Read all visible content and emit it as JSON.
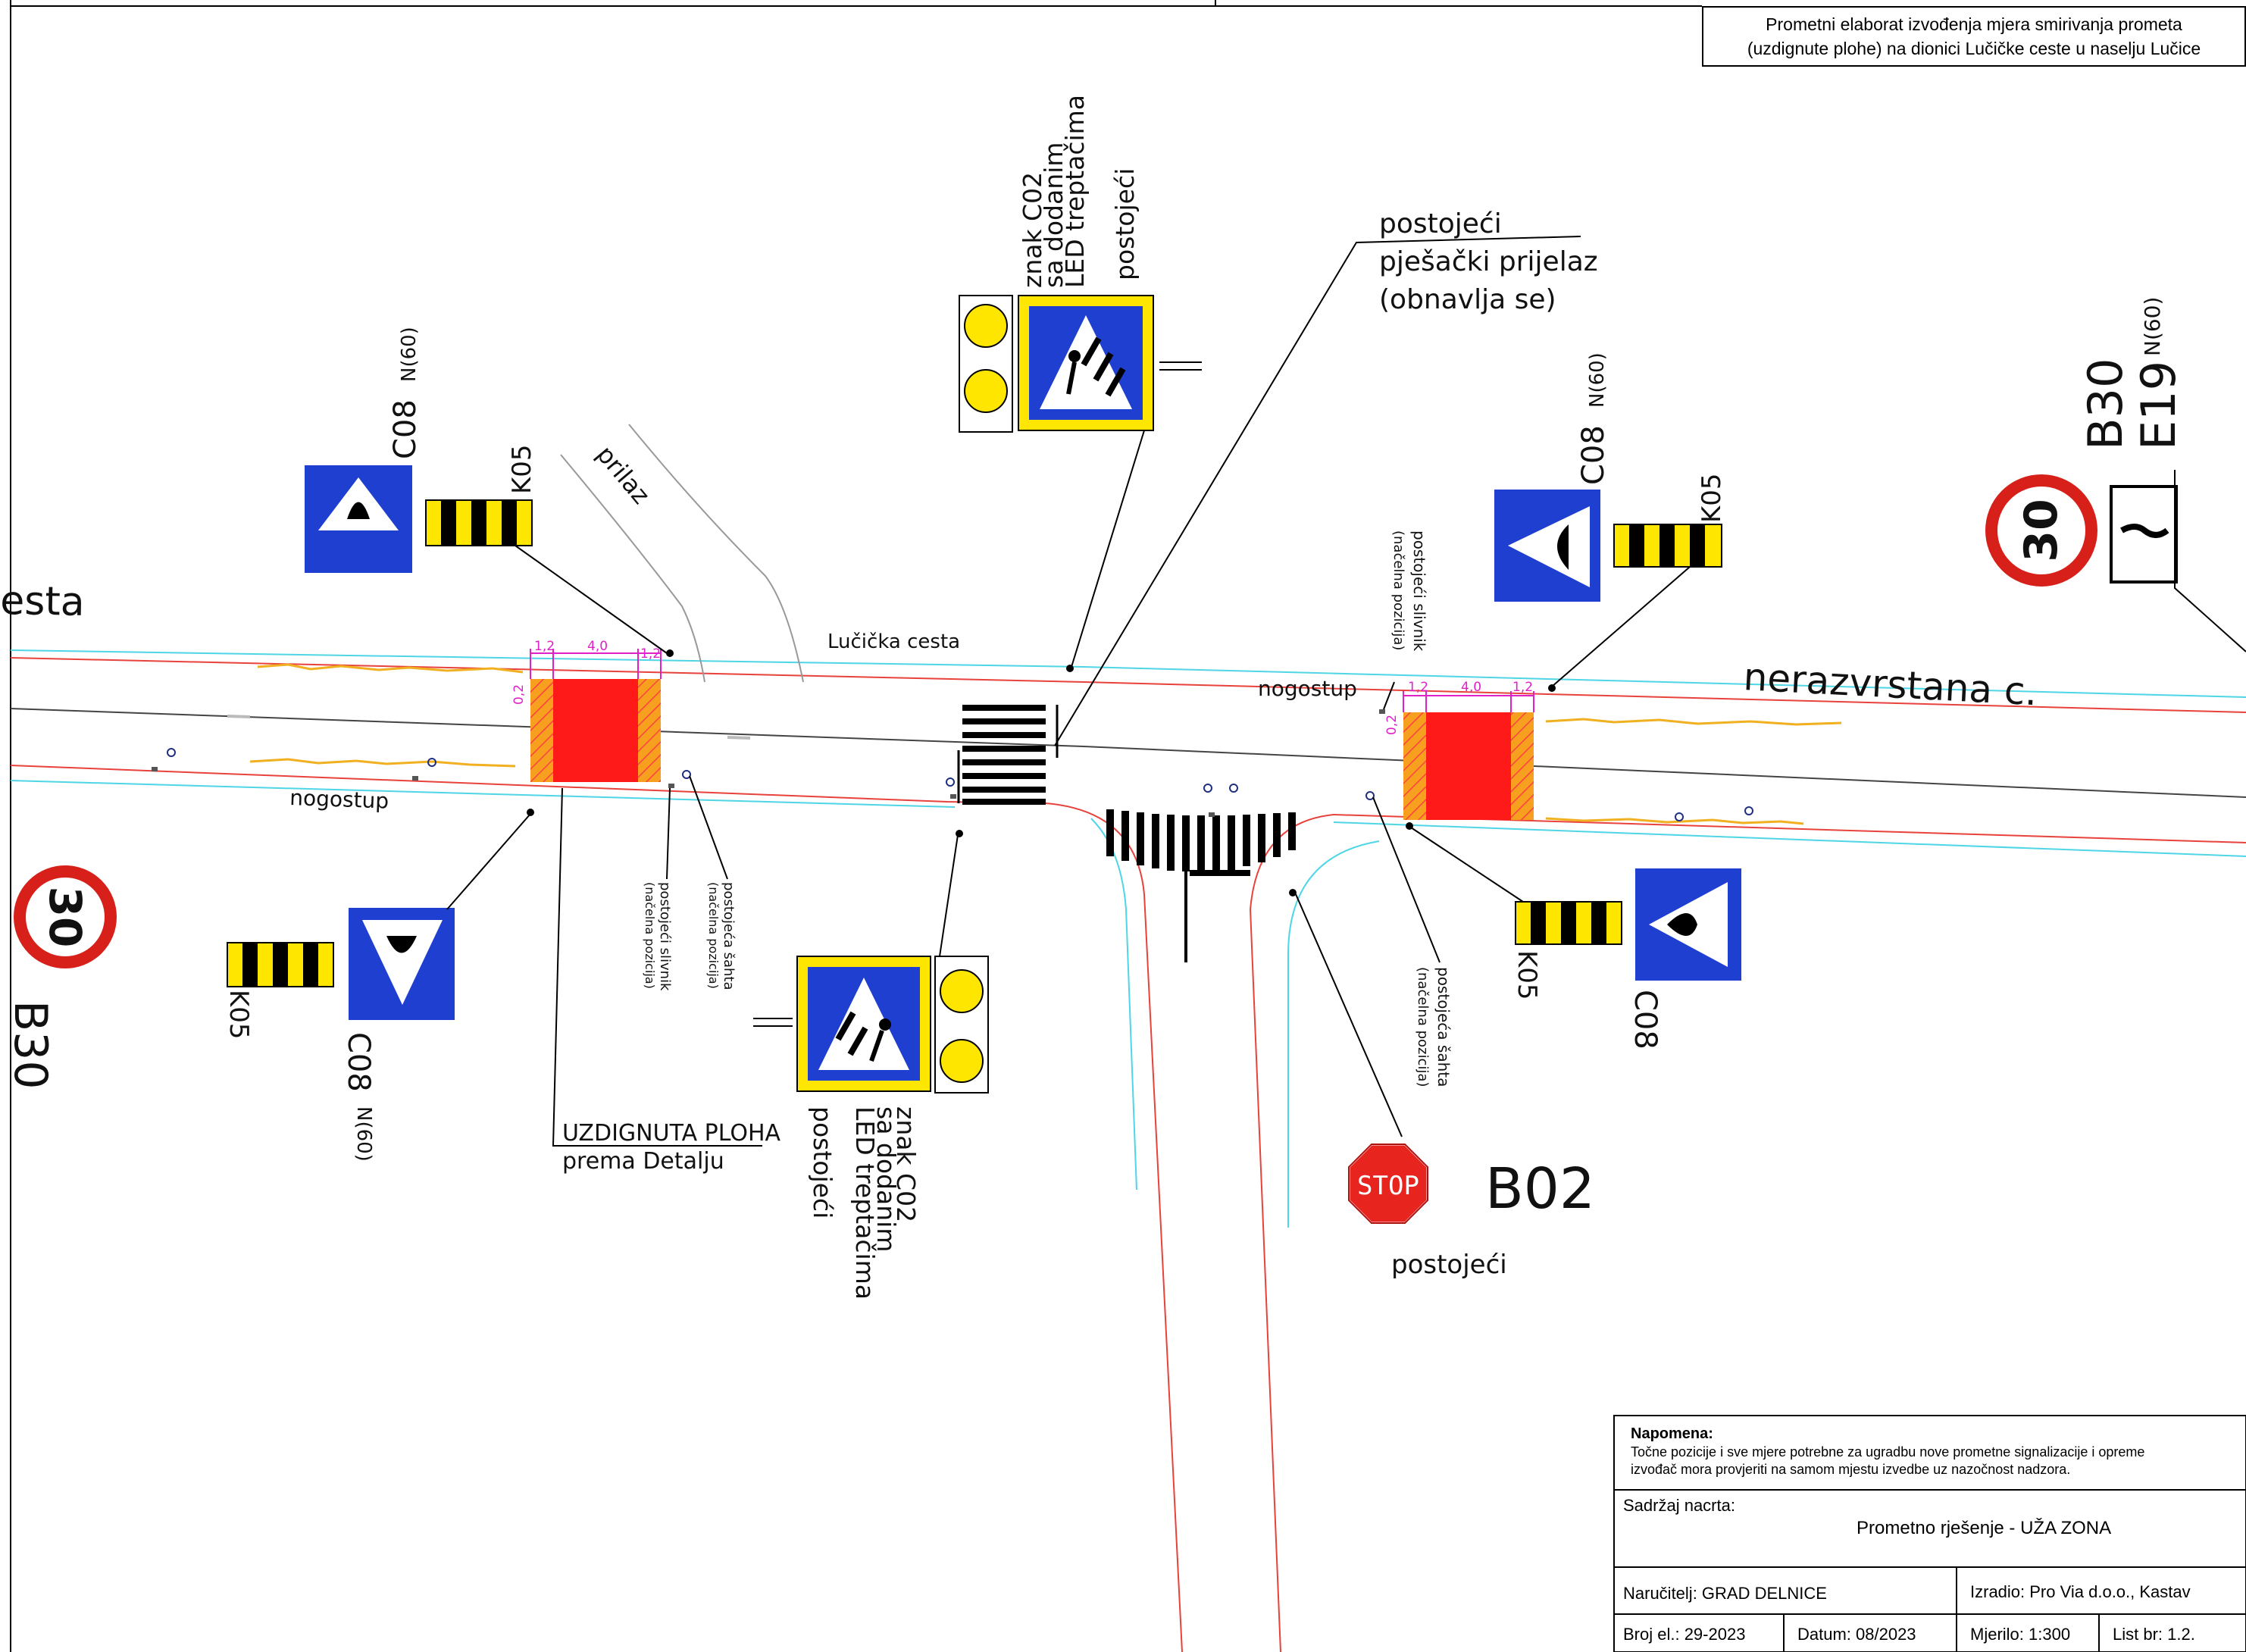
{
  "header": {
    "line1": "Prometni elaborat izvođenja mjera smirivanja prometa",
    "line2": "(uzdignute plohe) na dionici Lučičke ceste u naselju Lučice"
  },
  "labels": {
    "road_left": "esta",
    "road_main": "Lučička cesta",
    "road_right": "nerazvrstana c.",
    "prilaz": "prilaz",
    "nogostup_left": "nogostup",
    "nogostup_right": "nogostup",
    "crossing_1": "postojeći",
    "crossing_2": "pješački prijelaz",
    "crossing_3": "(obnavlja se)",
    "uzdignuta_1": "UZDIGNUTA PLOHA",
    "uzdignuta_2": "prema Detalju",
    "stop_code": "B02",
    "stop_text": "STOP",
    "stop_note": "postojeći",
    "b30_right": "B30",
    "b30_right_sub": "N(60)",
    "e19": "E19",
    "b30_left": "B30",
    "speed": "30"
  },
  "signs": {
    "c08_tl": "C08",
    "c08_tl_sub": "N(60)",
    "k05_tl": "K05",
    "c08_tr": "C08",
    "c08_tr_sub": "N(60)",
    "k05_tr": "K05",
    "c08_bl": "C08",
    "c08_bl_sub": "N(60)",
    "k05_bl": "K05",
    "c08_br": "C08",
    "k05_br": "K05",
    "c02_top_1": "znak C02",
    "c02_top_2": "sa dodanim",
    "c02_top_3": "LED treptačima",
    "c02_top_4": "postojeći",
    "c02_bot_1": "znak C02",
    "c02_bot_2": "sa dodanim",
    "c02_bot_3": "LED treptačima",
    "c02_bot_4": "postojeći"
  },
  "notes": {
    "slivnik_1": "postojeći slivnik",
    "slivnik_1b": "(načelna pozicija)",
    "sahta_1": "postojeća šahta",
    "sahta_1b": "(načelna pozicija)",
    "slivnik_2": "postojeći slivnik",
    "slivnik_2b": "(načelna pozicija)",
    "sahta_2": "postojeća šahta",
    "sahta_2b": "(načelna pozicija)"
  },
  "dims": {
    "d1": "1,2",
    "d2": "4,0",
    "d3": "1,2",
    "d4": "0,2",
    "d5": "0,2"
  },
  "titleblock": {
    "napomena_label": "Napomena:",
    "napomena_1": "Točne pozicije i sve mjere potrebne za ugradbu nove prometne signalizacije i opreme",
    "napomena_2": "izvođač mora provjeriti na samom mjestu izvedbe uz nazočnost nadzora.",
    "sadrzaj_label": "Sadržaj nacrta:",
    "sadrzaj_value": "Prometno rješenje - UŽA ZONA",
    "narucitelj": "Naručitelj:  GRAD DELNICE",
    "izradio": "Izradio:  Pro Via d.o.o., Kastav",
    "broj": "Broj el.: 29-2023",
    "datum": "Datum:  08/2023",
    "mjerilo": "Mjerilo:  1:300",
    "list": "List br:  1.2."
  },
  "colors": {
    "road_edge": "#e8423c",
    "curb_cyan": "#4fd6e6",
    "plateau_red": "#ff1a1a",
    "ramp_orange": "#f7a020",
    "sign_blue": "#1f3fd0",
    "sign_yellow": "#ffe600",
    "dim_magenta": "#e020c8",
    "vegetation": "#f0b020"
  }
}
